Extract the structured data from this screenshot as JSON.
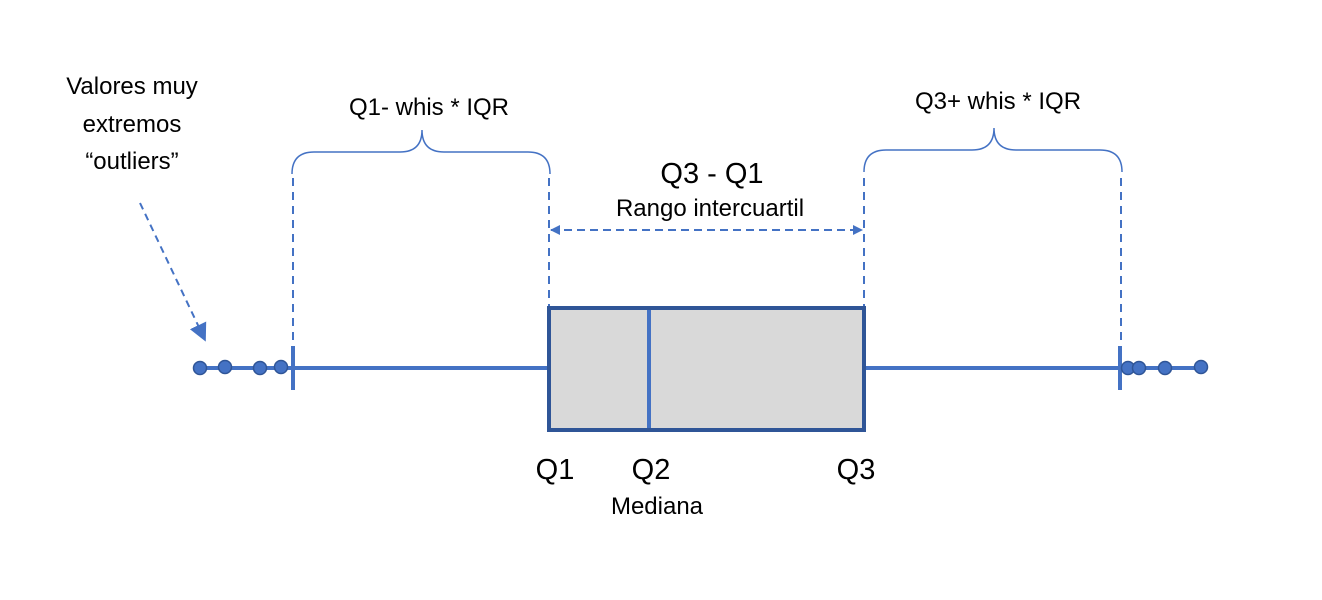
{
  "labels": {
    "outlier_line1": "Valores muy",
    "outlier_line2": "extremos",
    "outlier_line3": "“outliers”",
    "lower_whisker_formula": "Q1- whis * IQR",
    "upper_whisker_formula": "Q3+ whis * IQR",
    "iqr_formula": "Q3 - Q1",
    "iqr_name": "Rango intercuartil",
    "q1": "Q1",
    "q2": "Q2",
    "q3": "Q3",
    "median": "Mediana"
  },
  "colors": {
    "line": "#4472c4",
    "box_border": "#2f5597",
    "box_fill": "#d9d9d9",
    "point_fill": "#4472c4",
    "point_stroke": "#2f5597"
  }
}
